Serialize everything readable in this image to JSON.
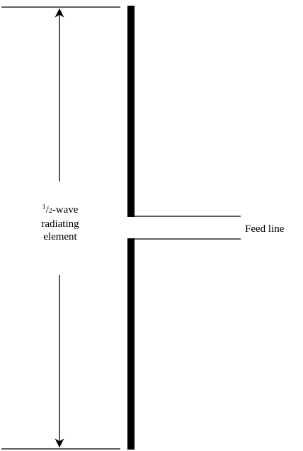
{
  "diagram": {
    "label_fraction_numerator": "1",
    "label_fraction_slash": "/",
    "label_fraction_denominator": "2",
    "label_line1_suffix": "-wave",
    "label_line2": "radiating",
    "label_line3": "element",
    "feed_label": "Feed line",
    "stroke_color": "#000000",
    "background_color": "#ffffff"
  }
}
